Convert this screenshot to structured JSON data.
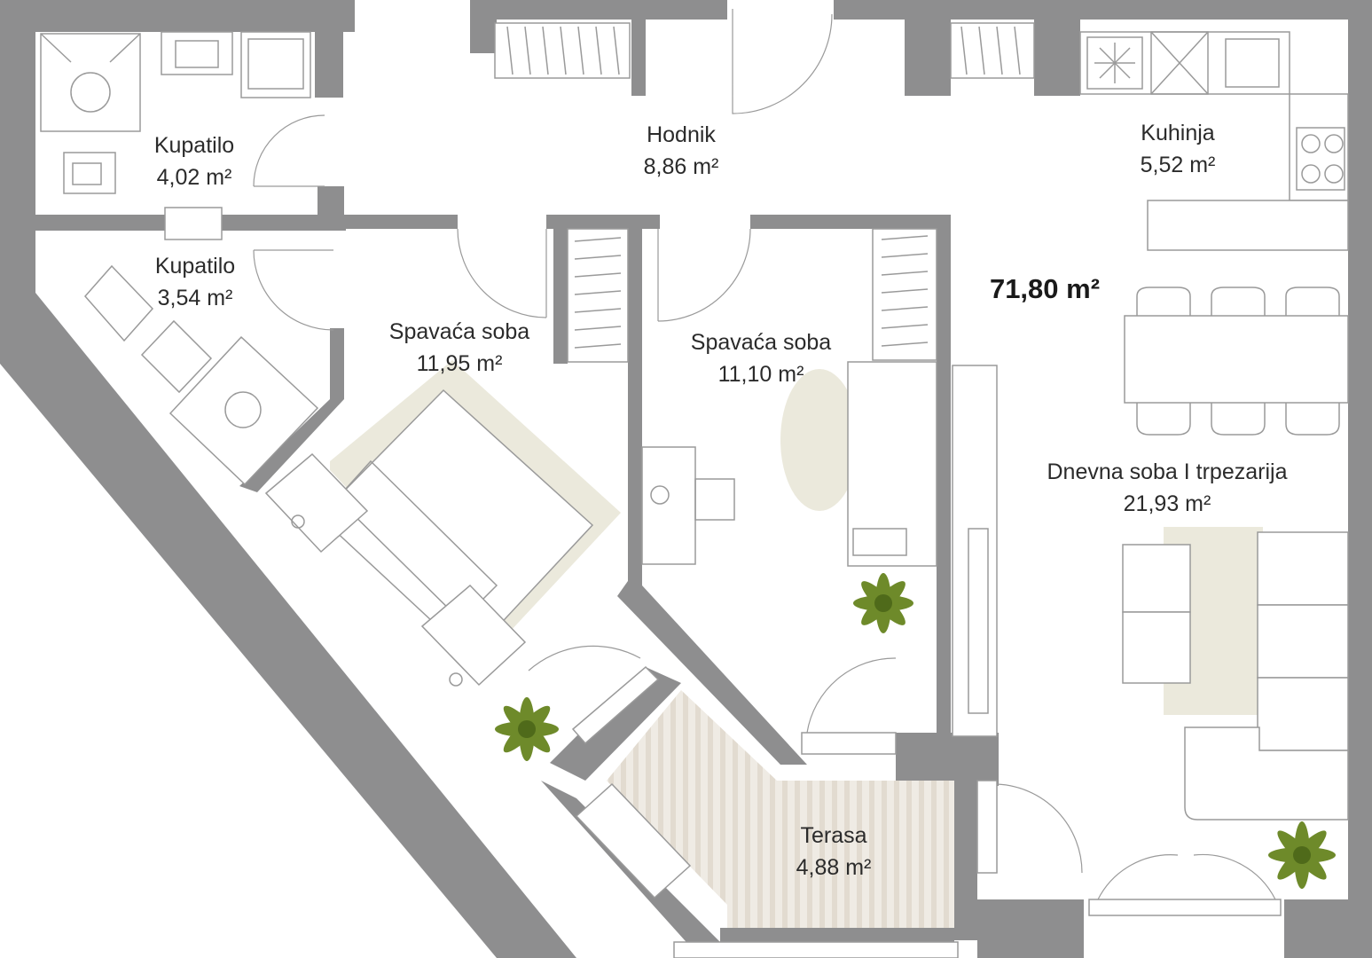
{
  "total_area": "71,80 m²",
  "rooms": {
    "bath1": {
      "name": "Kupatilo",
      "area": "4,02 m²"
    },
    "bath2": {
      "name": "Kupatilo",
      "area": "3,54 m²"
    },
    "hall": {
      "name": "Hodnik",
      "area": "8,86 m²"
    },
    "kitchen": {
      "name": "Kuhinja",
      "area": "5,52 m²"
    },
    "bed1": {
      "name": "Spavaća soba",
      "area": "11,95 m²"
    },
    "bed2": {
      "name": "Spavaća soba",
      "area": "11,10 m²"
    },
    "living": {
      "name": "Dnevna soba I trpezarija",
      "area": "21,93 m²"
    },
    "terrace": {
      "name": "Terasa",
      "area": "4,88 m²"
    }
  },
  "colors": {
    "wall": "#8e8e8f",
    "rug": "#ebe9dc",
    "plant": "#6e8a2a",
    "terrace_deck": "#e6e0d6"
  }
}
